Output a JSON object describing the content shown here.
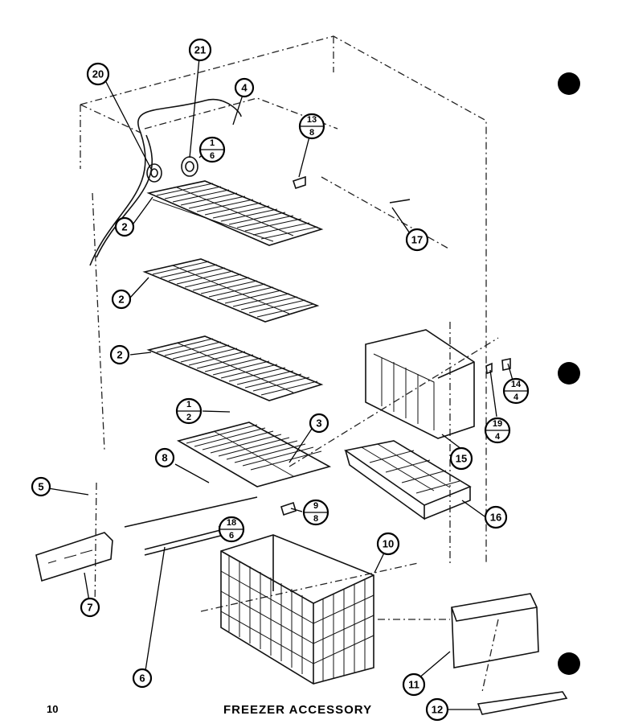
{
  "page": {
    "number": "10",
    "title": "FREEZER ACCESSORY"
  },
  "callouts": {
    "c20": "20",
    "c21": "21",
    "c4": "4",
    "c1_6_top": "1",
    "c1_6_bot": "6",
    "c13_8_top": "13",
    "c13_8_bot": "8",
    "c2a": "2",
    "c17": "17",
    "c2b": "2",
    "c2c": "2",
    "c14_4_top": "14",
    "c14_4_bot": "4",
    "c19_4_top": "19",
    "c19_4_bot": "4",
    "c1_2_top": "1",
    "c1_2_bot": "2",
    "c3": "3",
    "c15": "15",
    "c8": "8",
    "c5": "5",
    "c9_8_top": "9",
    "c9_8_bot": "8",
    "c16": "16",
    "c18_6_top": "18",
    "c18_6_bot": "6",
    "c10": "10",
    "c7": "7",
    "c6": "6",
    "c11": "11",
    "c12": "12"
  }
}
